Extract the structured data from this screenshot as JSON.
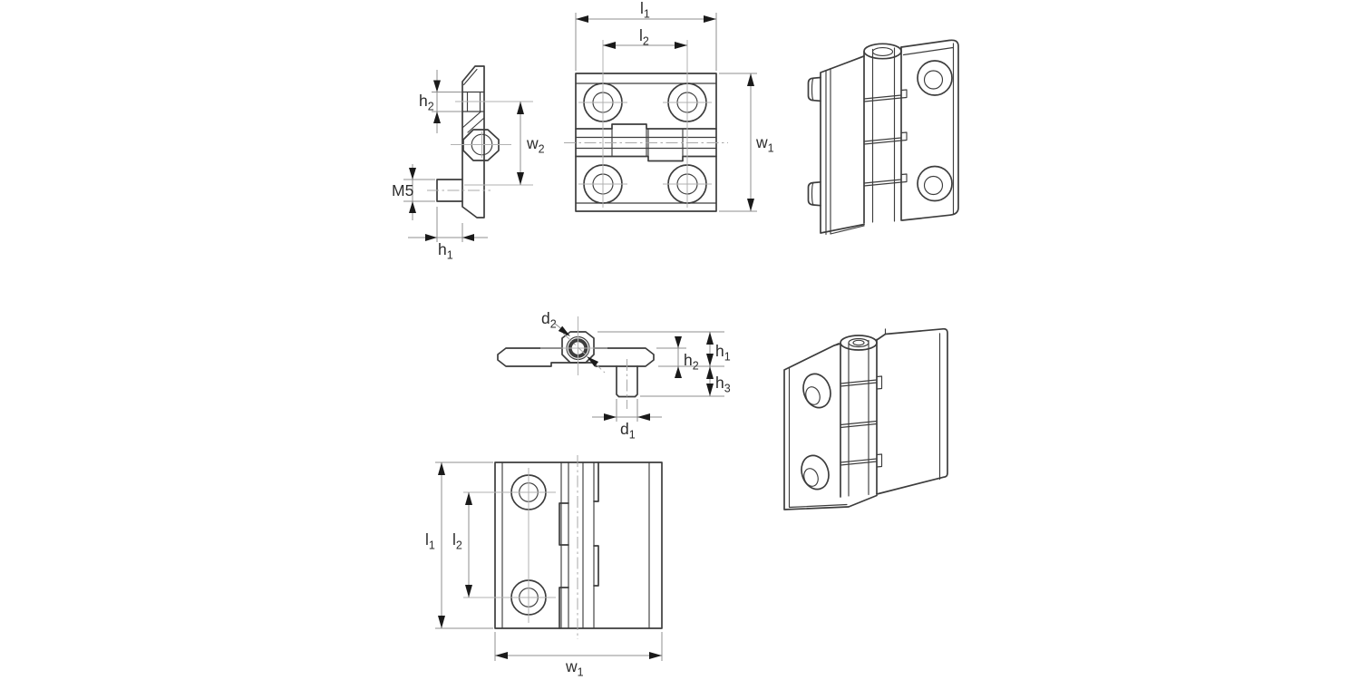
{
  "drawing": {
    "background": "#ffffff",
    "colors": {
      "outline": "#3d3d3d",
      "dimension_line": "#8f8f8f",
      "centerline": "#b2b2b2",
      "arrow": "#1a1a1a",
      "label_text": "#2d2d2d"
    },
    "views": {
      "hinge1_side": {
        "labels": {
          "h2": {
            "base": "h",
            "sub": "2"
          },
          "w2": {
            "base": "w",
            "sub": "2"
          },
          "m5": {
            "base": "M5",
            "sub": ""
          },
          "h1": {
            "base": "h",
            "sub": "1"
          }
        }
      },
      "hinge1_front": {
        "labels": {
          "l1": {
            "base": "l",
            "sub": "1"
          },
          "l2": {
            "base": "l",
            "sub": "2"
          },
          "w1": {
            "base": "w",
            "sub": "1"
          }
        }
      },
      "hinge2_top": {
        "labels": {
          "d2": {
            "base": "d",
            "sub": "2"
          },
          "h1": {
            "base": "h",
            "sub": "1"
          },
          "h2": {
            "base": "h",
            "sub": "2"
          },
          "h3": {
            "base": "h",
            "sub": "3"
          },
          "d1": {
            "base": "d",
            "sub": "1"
          }
        }
      },
      "hinge2_front": {
        "labels": {
          "l1": {
            "base": "l",
            "sub": "1"
          },
          "l2": {
            "base": "l",
            "sub": "2"
          },
          "w1": {
            "base": "w",
            "sub": "1"
          }
        }
      }
    }
  }
}
